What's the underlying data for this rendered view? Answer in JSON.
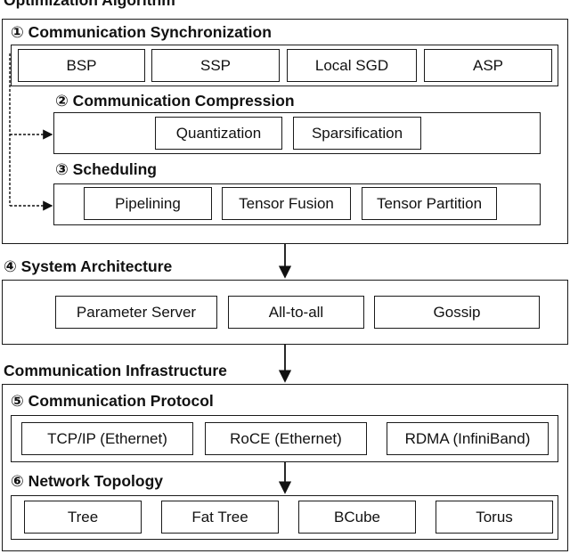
{
  "optimization": {
    "title": "Optimization Algorithm",
    "sync": {
      "heading": "① Communication Synchronization",
      "items": [
        "BSP",
        "SSP",
        "Local SGD",
        "ASP"
      ]
    },
    "compression": {
      "heading": "② Communication Compression",
      "items": [
        "Quantization",
        "Sparsification"
      ]
    },
    "scheduling": {
      "heading": "③ Scheduling",
      "items": [
        "Pipelining",
        "Tensor Fusion",
        "Tensor Partition"
      ]
    }
  },
  "architecture": {
    "heading": "④ System Architecture",
    "items": [
      "Parameter Server",
      "All-to-all",
      "Gossip"
    ]
  },
  "infrastructure": {
    "title": "Communication Infrastructure",
    "protocol": {
      "heading": "⑤ Communication Protocol",
      "items": [
        "TCP/IP (Ethernet)",
        "RoCE (Ethernet)",
        "RDMA (InfiniBand)"
      ]
    },
    "topology": {
      "heading": "⑥ Network Topology",
      "items": [
        "Tree",
        "Fat Tree",
        "BCube",
        "Torus"
      ]
    }
  }
}
